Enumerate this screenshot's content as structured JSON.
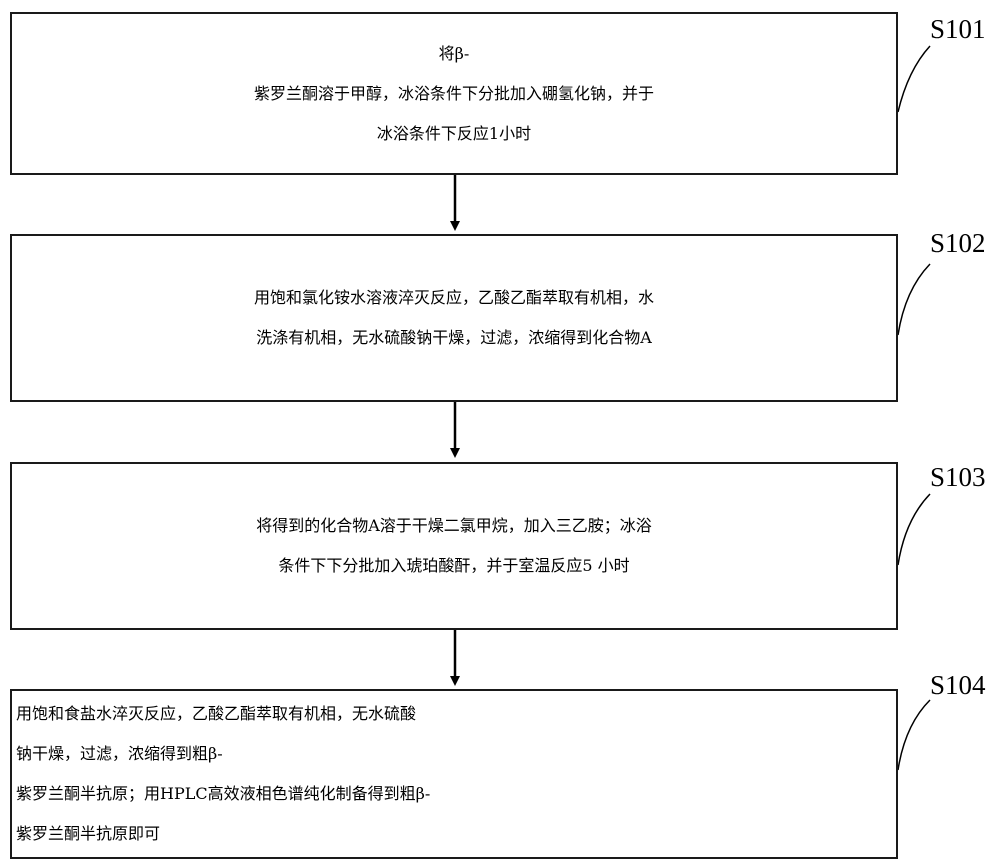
{
  "steps": [
    {
      "label": "S101",
      "lines": [
        "将β-",
        "紫罗兰酮溶于甲醇，冰浴条件下分批加入硼氢化钠，并于",
        "冰浴条件下反应1小时"
      ]
    },
    {
      "label": "S102",
      "lines": [
        "用饱和氯化铵水溶液淬灭反应，乙酸乙酯萃取有机相，水",
        "洗涤有机相，无水硫酸钠干燥，过滤，浓缩得到化合物A"
      ]
    },
    {
      "label": "S103",
      "lines": [
        "将得到的化合物A溶于干燥二氯甲烷，加入三乙胺；冰浴",
        "条件下下分批加入琥珀酸酐，并于室温反应5 小时"
      ]
    },
    {
      "label": "S104",
      "lines": [
        "用饱和食盐水淬灭反应，乙酸乙酯萃取有机相，无水硫酸",
        "钠干燥，过滤，浓缩得到粗β-",
        "紫罗兰酮半抗原；用HPLC高效液相色谱纯化制备得到粗β-",
        "紫罗兰酮半抗原即可"
      ]
    }
  ]
}
